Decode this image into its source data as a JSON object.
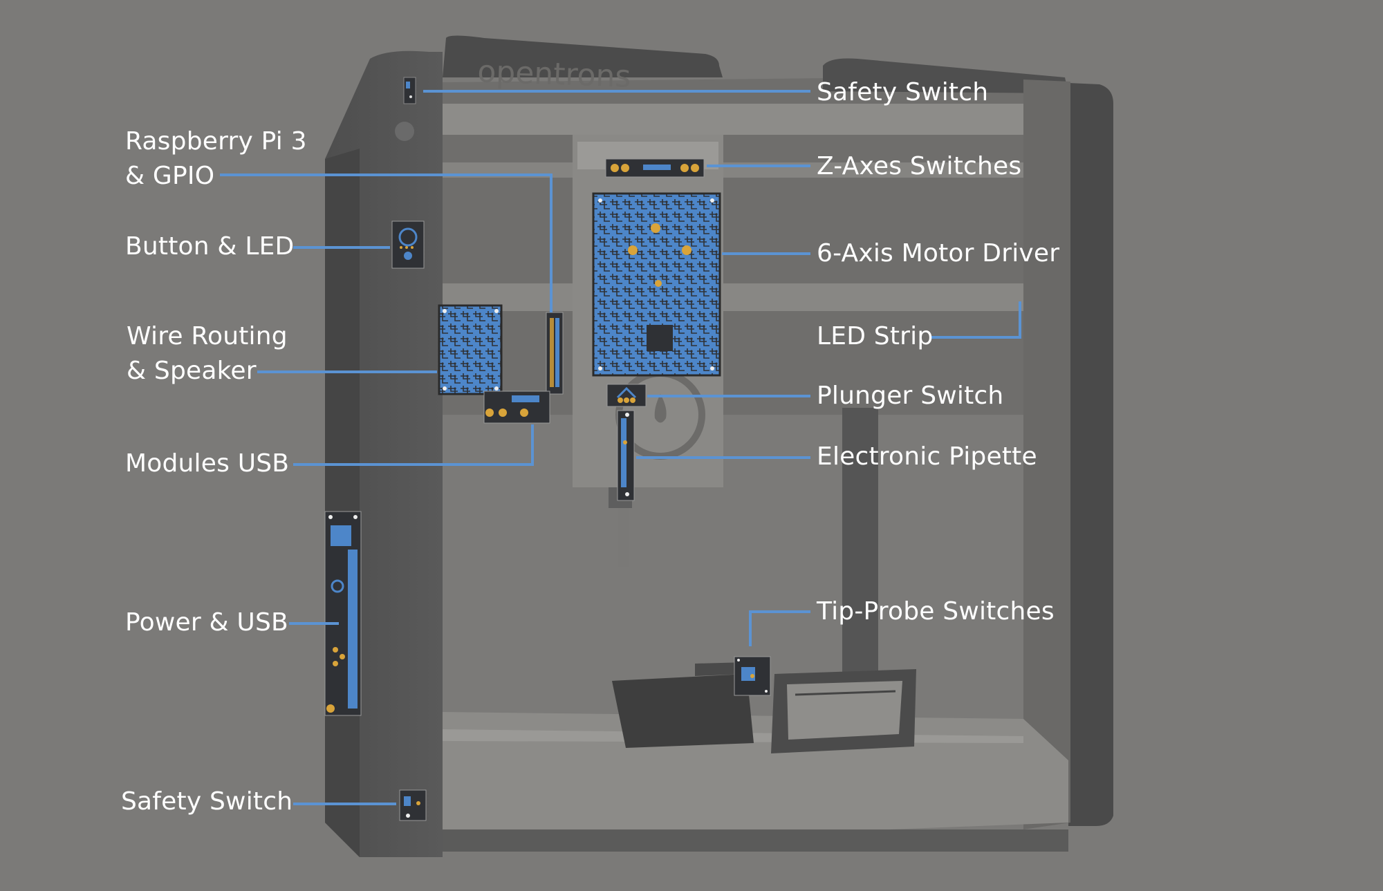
{
  "diagram": {
    "brand_text": "opentrons",
    "colors": {
      "background": "#7b7a78",
      "leader": "#5b93d3",
      "pcb": "#4d86c9",
      "pcb_dark": "#2f3135",
      "pad": "#d9a43a",
      "label": "#ffffff"
    },
    "labels": {
      "safety_switch_top": "Safety Switch",
      "z_axes_switches": "Z-Axes Switches",
      "motor_driver": "6-Axis Motor Driver",
      "led_strip": "LED Strip",
      "plunger_switch": "Plunger Switch",
      "electronic_pipette": "Electronic Pipette",
      "tip_probe_switches": "Tip-Probe Switches",
      "raspberry_pi": [
        "Raspberry Pi 3",
        "& GPIO"
      ],
      "button_led": "Button & LED",
      "wire_routing": [
        "Wire Routing",
        "& Speaker"
      ],
      "modules_usb": "Modules USB",
      "power_usb": "Power & USB",
      "safety_switch_bottom": "Safety Switch"
    }
  }
}
